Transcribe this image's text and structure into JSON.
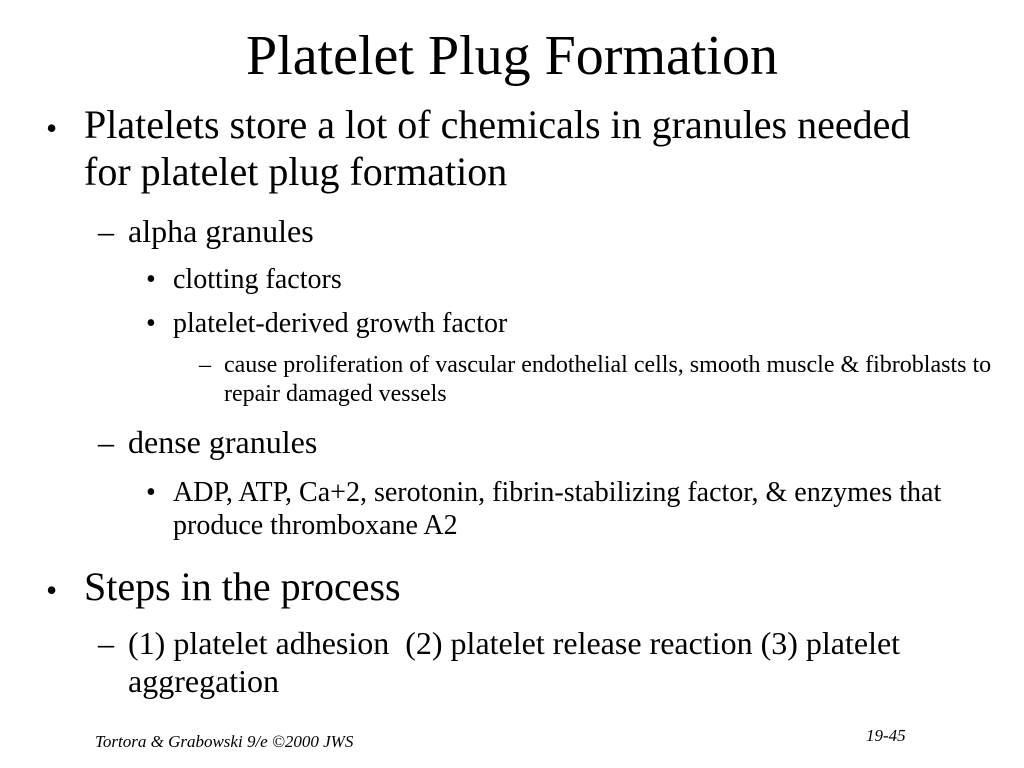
{
  "slide": {
    "title": "Platelet Plug Formation",
    "bullets": {
      "b1": {
        "marker": "•",
        "text": "Platelets store a lot of chemicals in granules needed for platelet plug formation"
      },
      "b1_1": {
        "marker": "–",
        "text": "alpha granules"
      },
      "b1_1_1": {
        "marker": "•",
        "text": "clotting factors"
      },
      "b1_1_2": {
        "marker": "•",
        "text": "platelet-derived growth factor"
      },
      "b1_1_2_1": {
        "marker": "–",
        "text": "cause proliferation of vascular endothelial cells, smooth muscle & fibroblasts to repair damaged vessels"
      },
      "b1_2": {
        "marker": "–",
        "text": "dense granules"
      },
      "b1_2_1": {
        "marker": "•",
        "text": "ADP, ATP, Ca+2, serotonin, fibrin-stabilizing factor, & enzymes that produce thromboxane A2"
      },
      "b2": {
        "marker": "•",
        "text": "Steps in the process"
      },
      "b2_1": {
        "marker": "–",
        "text": "(1) platelet adhesion  (2) platelet release reaction (3) platelet aggregation"
      }
    },
    "footer": {
      "citation": "Tortora & Grabowski 9/e ©2000 JWS",
      "page_number": "19-45"
    }
  }
}
